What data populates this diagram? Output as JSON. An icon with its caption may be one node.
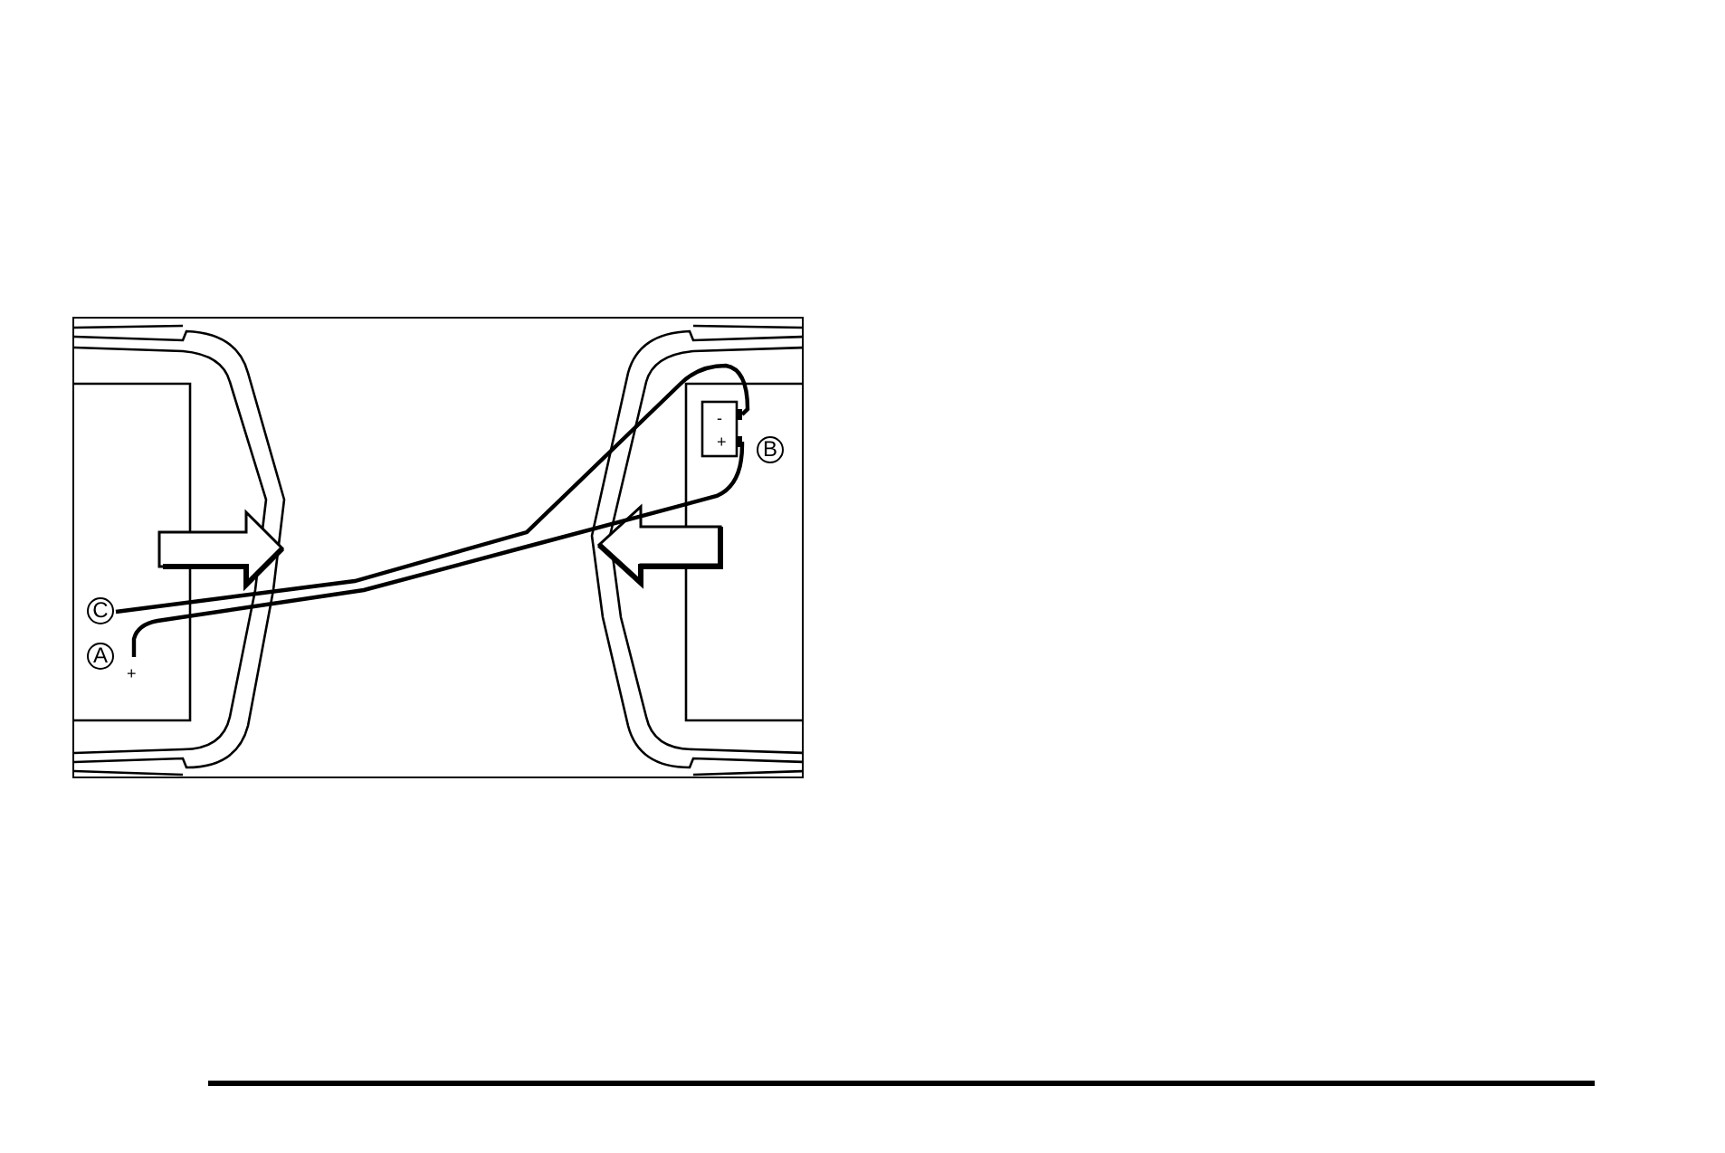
{
  "diagram": {
    "labels": [
      "-",
      "+",
      "B",
      "C",
      "A",
      "+"
    ]
  }
}
